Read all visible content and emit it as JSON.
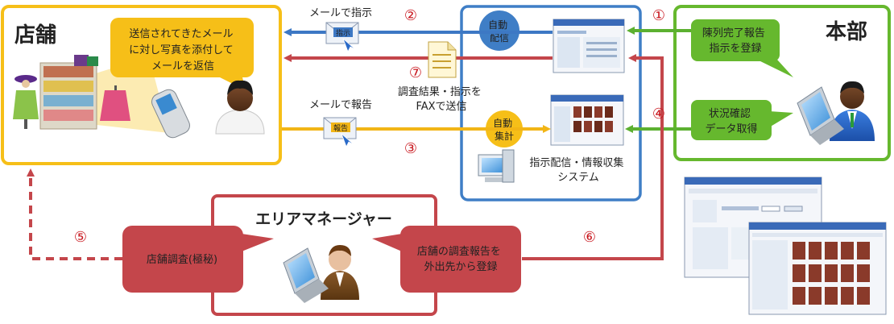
{
  "store": {
    "title": "店舗",
    "bubble_lines": [
      "送信されてきたメール",
      "に対し写真を添付して",
      "メールを返信"
    ]
  },
  "hq": {
    "title": "本部",
    "bubble1_lines": [
      "陳列完了報告",
      "指示を登録"
    ],
    "bubble2_lines": [
      "状況確認",
      "データ取得"
    ]
  },
  "system": {
    "auto_distribute_lines": [
      "自動",
      "配信"
    ],
    "auto_aggregate_lines": [
      "自動",
      "集計"
    ],
    "label_lines": [
      "指示配信・情報収集",
      "システム"
    ]
  },
  "area_manager": {
    "title": "エリアマネージャー",
    "bubble_left": "店舗調査(極秘)",
    "bubble_right_lines": [
      "店舗の調査報告を",
      "外出先から登録"
    ]
  },
  "flows": {
    "mail_instruction": "メールで指示",
    "mail_report": "メールで報告",
    "fax_lines": [
      "調査結果・指示を",
      "FAXで送信"
    ],
    "envelope_instruction": "指示",
    "envelope_report": "報告"
  },
  "steps": {
    "s1": "①",
    "s2": "②",
    "s3": "③",
    "s4": "④",
    "s5": "⑤",
    "s6": "⑥",
    "s7": "⑦"
  },
  "colors": {
    "store_yellow": "#f6bf18",
    "hq_green": "#66b82e",
    "system_blue": "#3f7ec6",
    "area_red": "#c4464b",
    "arrow_blue": "#3d78c4",
    "arrow_red": "#c4464b",
    "arrow_yellow": "#f2b516",
    "arrow_green": "#5cb030"
  }
}
